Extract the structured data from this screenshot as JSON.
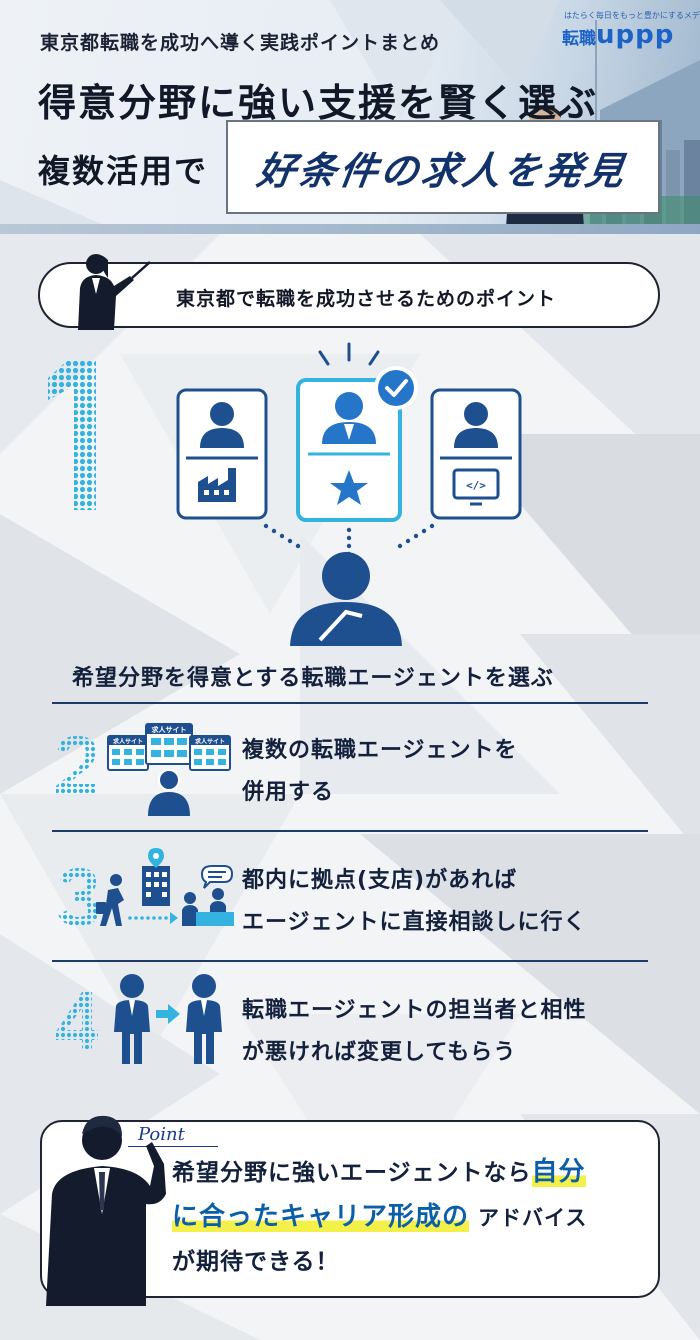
{
  "header": {
    "subtitle": "東京都転職を成功へ導く実践ポイントまとめ",
    "title": "得意分野に強い支援を賢く選ぶ",
    "title_lead": "複数活用で",
    "highlight": "好条件の求人を発見",
    "logo_tagline": "はたらく毎日をもっと豊かにするメディア",
    "logo_jp": "転職",
    "logo_main": "uppp"
  },
  "intro": {
    "text": "東京都で転職を成功させるためのポイント"
  },
  "points": [
    {
      "number": "1",
      "caption": "希望分野を得意とする転職エージェントを選ぶ"
    },
    {
      "number": "2",
      "line1": "複数の転職エージェントを",
      "line2": "併用する",
      "site_label": "求人サイト"
    },
    {
      "number": "3",
      "line1": "都内に拠点(支店)があれば",
      "line2": "エージェントに直接相談しに行く"
    },
    {
      "number": "4",
      "line1": "転職エージェントの担当者と相性",
      "line2": "が悪ければ変更してもらう"
    }
  ],
  "summary": {
    "label": "Point",
    "part1": "希望分野に強いエージェントなら",
    "hl1": "自分",
    "hl2": "に合ったキャリア形成の",
    "part2": "アドバイス",
    "part3": "が期待できる！"
  },
  "colors": {
    "navy": "#14213d",
    "accent_blue": "#1d63c7",
    "cyan": "#35b3e0",
    "highlight_yellow": "#f4f04a"
  }
}
